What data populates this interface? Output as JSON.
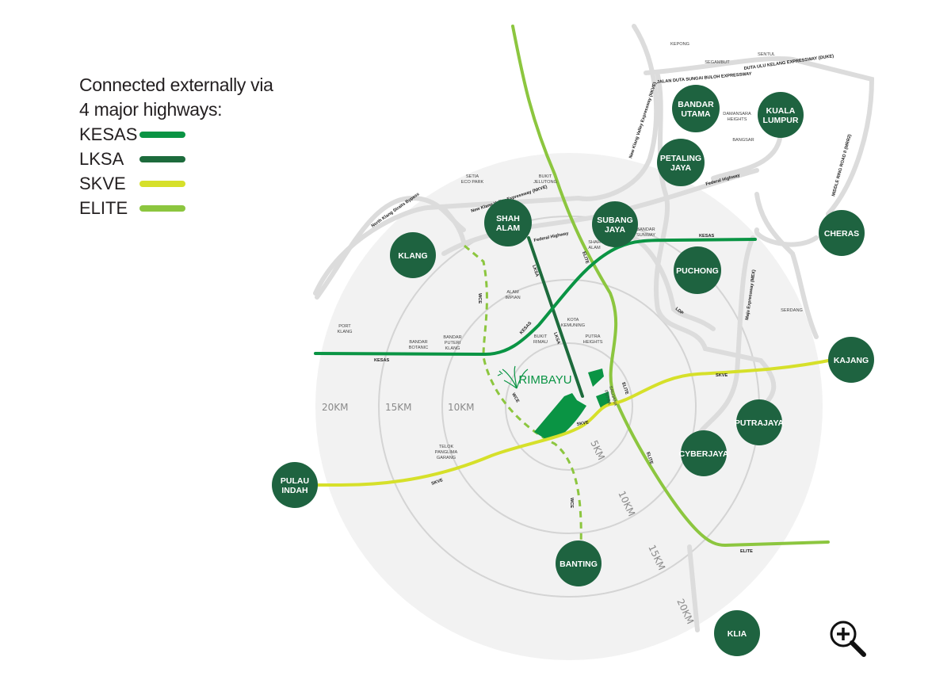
{
  "legend": {
    "title_line1": "Connected externally via",
    "title_line2": "4 major highways:",
    "items": [
      {
        "label": "KESAS",
        "color": "#0a9444"
      },
      {
        "label": "LKSA",
        "color": "#1d6b3c"
      },
      {
        "label": "SKVE",
        "color": "#d6e02a"
      },
      {
        "label": "ELITE",
        "color": "#8cc63f"
      }
    ]
  },
  "colors": {
    "town_fill": "#1e6340",
    "road_grey": "#dcdcdc",
    "ring_area": "#f2f2f2",
    "ring_line": "#d4d4d4",
    "rimbayu_green": "#0a9444"
  },
  "rings": [
    "5KM",
    "10KM",
    "15KM",
    "20KM"
  ],
  "ring_labels_left": [
    "20KM",
    "15KM",
    "10KM"
  ],
  "ring_labels_diag": [
    "5KM",
    "10KM",
    "15KM",
    "20KM"
  ],
  "project": {
    "name": "RIMBAYU"
  },
  "towns": [
    {
      "id": "bandar-utama",
      "lines": [
        "BANDAR",
        "UTAMA"
      ]
    },
    {
      "id": "kuala-lumpur",
      "lines": [
        "KUALA",
        "LUMPUR"
      ]
    },
    {
      "id": "petaling-jaya",
      "lines": [
        "PETALING",
        "JAYA"
      ]
    },
    {
      "id": "shah-alam",
      "lines": [
        "SHAH",
        "ALAM"
      ]
    },
    {
      "id": "subang-jaya",
      "lines": [
        "SUBANG",
        "JAYA"
      ]
    },
    {
      "id": "klang",
      "lines": [
        "KLANG"
      ]
    },
    {
      "id": "puchong",
      "lines": [
        "PUCHONG"
      ]
    },
    {
      "id": "cheras",
      "lines": [
        "CHERAS"
      ]
    },
    {
      "id": "kajang",
      "lines": [
        "KAJANG"
      ]
    },
    {
      "id": "putrajaya",
      "lines": [
        "PUTRAJAYA"
      ]
    },
    {
      "id": "cyberjaya",
      "lines": [
        "CYBERJAYA"
      ]
    },
    {
      "id": "pulau-indah",
      "lines": [
        "PULAU",
        "INDAH"
      ]
    },
    {
      "id": "banting",
      "lines": [
        "BANTING"
      ]
    },
    {
      "id": "klia",
      "lines": [
        "KLIA"
      ]
    }
  ],
  "places": [
    {
      "id": "kepong",
      "lines": [
        "KEPONG"
      ]
    },
    {
      "id": "segambut",
      "lines": [
        "SEGAMBUT"
      ]
    },
    {
      "id": "sentul",
      "lines": [
        "SENTUL"
      ]
    },
    {
      "id": "damansara-heights",
      "lines": [
        "DAMANSARA",
        "HEIGHTS"
      ]
    },
    {
      "id": "bangsar",
      "lines": [
        "BANGSAR"
      ]
    },
    {
      "id": "setia-eco-park",
      "lines": [
        "SETIA",
        "ECO PARK"
      ]
    },
    {
      "id": "bukit-jelutong",
      "lines": [
        "BUKIT",
        "JELUTONG"
      ]
    },
    {
      "id": "bandar-sunway",
      "lines": [
        "BANDAR",
        "SUNWAY"
      ]
    },
    {
      "id": "shah-alam-small",
      "lines": [
        "SHAH",
        "ALAM"
      ]
    },
    {
      "id": "alam-impian",
      "lines": [
        "ALAM",
        "IMPIAN"
      ]
    },
    {
      "id": "kota-kemuning",
      "lines": [
        "KOTA",
        "KEMUNING"
      ]
    },
    {
      "id": "putra-heights",
      "lines": [
        "PUTRA",
        "HEIGHTS"
      ]
    },
    {
      "id": "bukit-rimau",
      "lines": [
        "BUKIT",
        "RIMAU"
      ]
    },
    {
      "id": "port-klang",
      "lines": [
        "PORT",
        "KLANG"
      ]
    },
    {
      "id": "bandar-botanic",
      "lines": [
        "BANDAR",
        "BOTANIC"
      ]
    },
    {
      "id": "bandar-puteri-klang",
      "lines": [
        "BANDAR",
        "PUTERI",
        "KLANG"
      ]
    },
    {
      "id": "serdang",
      "lines": [
        "SERDANG"
      ]
    },
    {
      "id": "telok-panglima-garang",
      "lines": [
        "TELOK",
        "PANGLIMA",
        "GARANG"
      ]
    },
    {
      "id": "saujana-putra",
      "lines": [
        "SAUJANA",
        "PUTRA"
      ]
    }
  ],
  "road_labels": {
    "nkve_top": "New Klang Valley Expressway (NKVE)",
    "nkve": "New Klang Valley Expressway (NKVE)",
    "jalan_duta": "JALAN DUTA SUNGAI BULOH EXPRESSWAY",
    "duke": "DUTA ULU KELANG EXPRESSWAY (DUKE)",
    "federal_1": "Federal Highway",
    "federal_2": "Federal Highway",
    "mrr2": "MIDDLE RING ROAD II (MRR2)",
    "nksb": "North Klang Straits Bypass",
    "mex": "Maju Expressway (MEX)",
    "ldp": "LDP",
    "kesas_1": "KESAS",
    "kesas_2": "KESAS",
    "kesas_3": "KESAS",
    "lksa_1": "LKSA",
    "lksa_2": "LKSA",
    "elite_1": "ELITE",
    "elite_2": "ELITE",
    "elite_3": "ELITE",
    "elite_4": "ELITE",
    "skve_1": "SKVE",
    "skve_2": "SKVE",
    "skve_3": "SKVE",
    "wce_1": "WCE",
    "wce_2": "WCE",
    "wce_3": "WCE"
  },
  "controls": {
    "zoom_in": "zoom-in"
  }
}
